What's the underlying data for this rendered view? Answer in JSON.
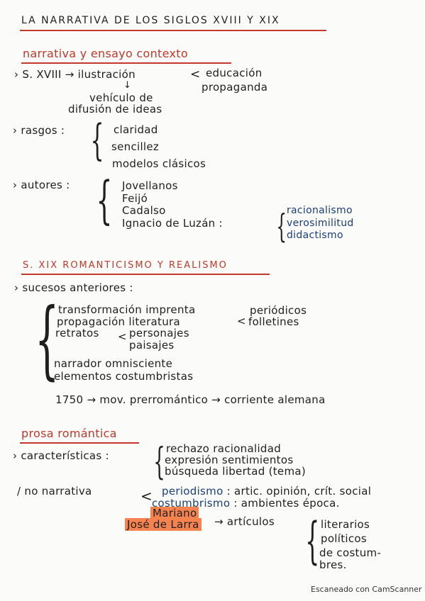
{
  "title": "LA NARRATIVA DE LOS SIGLOS XVIII Y XIX",
  "sec1": {
    "heading": "narrativa y ensayo contexto",
    "siglo_line": "› S. XVIII → ilustración",
    "arrow_down": "↓",
    "vehiculo": "vehículo de",
    "difusion": "difusión de ideas",
    "educ": "educación",
    "propaganda": "propaganda",
    "rasgos_label": "› rasgos :",
    "rasgos": [
      "claridad",
      "sencillez",
      "modelos clásicos"
    ],
    "autores_label": "› autores :",
    "autores": [
      "Jovellanos",
      "Feijó",
      "Cadalso",
      "Ignacio de Luzán :"
    ],
    "luzan_traits": [
      "racionalismo",
      "verosimilitud",
      "didactismo"
    ]
  },
  "sec2": {
    "heading": "S. XIX ROMANTICISMO Y REALISMO",
    "sucesos": "› sucesos anteriores :",
    "items": [
      "transformación imprenta",
      "propagación literatura",
      "retratos",
      "narrador omnisciente",
      "elementos costumbristas"
    ],
    "lit_forms": [
      "periódicos",
      "folletines"
    ],
    "retratos_forms": [
      "personajes",
      "paisajes"
    ],
    "timeline": "1750 → mov. prerromántico → corriente alemana"
  },
  "sec3": {
    "heading": "prosa romántica",
    "carac_label": "› características :",
    "carac": [
      "rechazo racionalidad",
      "expresión sentimientos",
      "búsqueda libertad (tema)"
    ],
    "no_narr": "/ no narrativa",
    "periodismo_label": "periodismo",
    "periodismo_rest": ": artic. opinión, crít. social",
    "costumbrismo_label": "costumbrismo",
    "costumbrismo_rest": ": ambientes época.",
    "author_line1": "Mariano",
    "author_line2": "José de Larra",
    "articulos": "→ artículos",
    "art_types": [
      "literarios",
      "políticos",
      "de costum-",
      "bres."
    ]
  },
  "footer": "Escaneado con CamScanner"
}
